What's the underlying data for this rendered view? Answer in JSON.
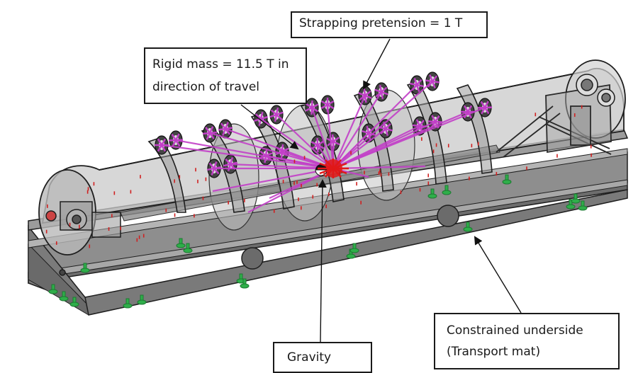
{
  "labels": {
    "strapping": "Strapping pretension = 1 T",
    "rigid_mass_line1": "Rigid mass = 11.5 T in",
    "rigid_mass_line2": "direction of travel",
    "gravity": "Gravity",
    "constrained_line1": "Constrained underside",
    "constrained_line2": "(Transport mat)"
  },
  "colors": {
    "frame": "#8c8c8c",
    "frame_dark": "#5a5a5a",
    "shell": "#c6c6c6",
    "outline": "#1e1e1e",
    "strap": "#c23fc8",
    "load_center": "#e01818",
    "constraint": "#2fae4a",
    "arrow": "#111111"
  }
}
